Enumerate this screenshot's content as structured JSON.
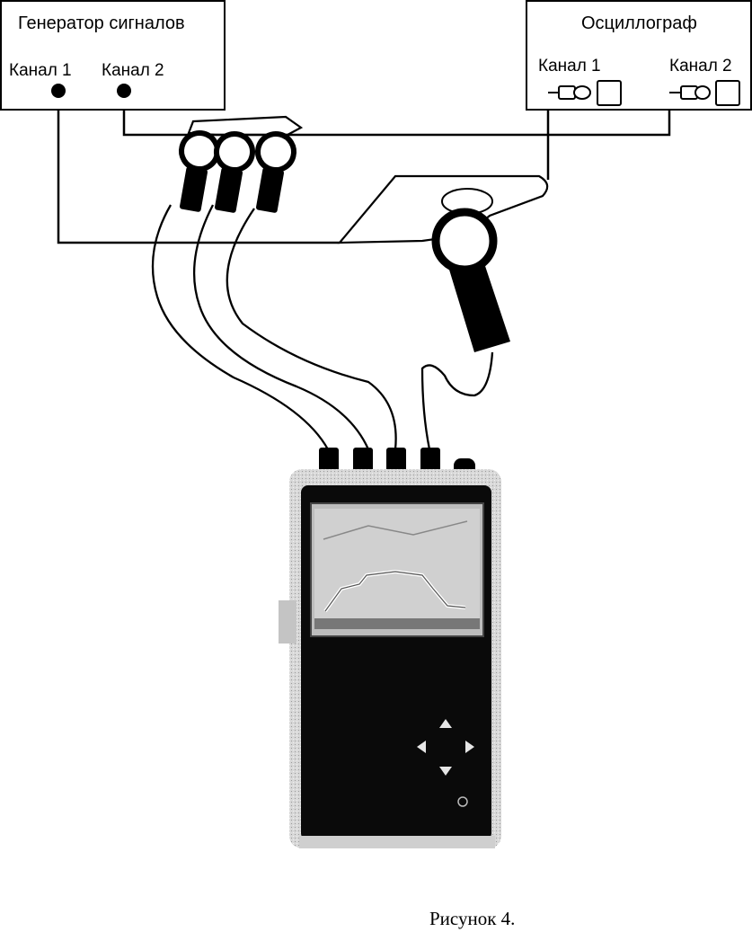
{
  "generator": {
    "title": "Генератор сигналов",
    "channel1": "Канал 1",
    "channel2": "Канал 2"
  },
  "oscilloscope": {
    "title": "Осциллограф",
    "channel1": "Канал 1",
    "channel2": "Канал 2"
  },
  "caption": "Рисунок 4.",
  "icons": [
    "clamp-probe-icon",
    "bnc-connector-icon",
    "power-analyzer-device"
  ]
}
